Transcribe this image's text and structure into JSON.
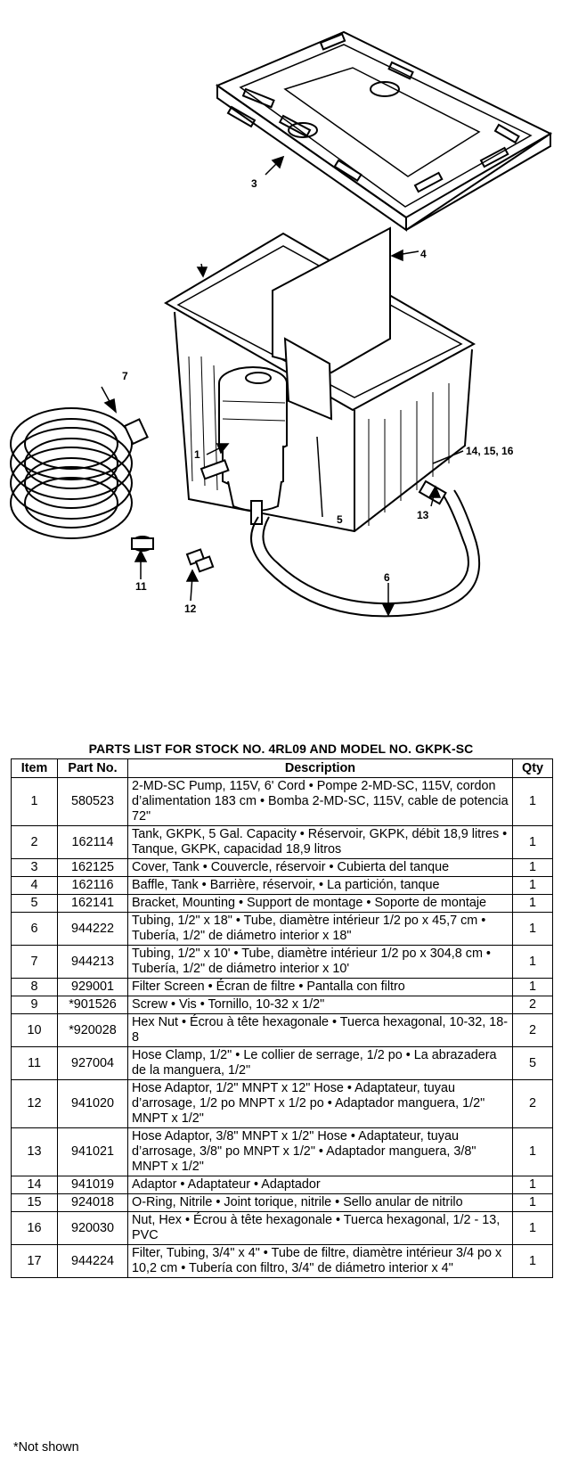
{
  "callouts": {
    "c1": "1",
    "c3": "3",
    "c4": "4",
    "c5": "5",
    "c6": "6",
    "c7": "7",
    "c11": "11",
    "c12": "12",
    "c13": "13",
    "c14": "14, 15, 16"
  },
  "parts_list": {
    "title": "PARTS LIST FOR STOCK NO. 4RL09 AND MODEL NO. GKPK-SC",
    "headers": {
      "item": "Item",
      "part_no": "Part No.",
      "description": "Description",
      "qty": "Qty"
    },
    "rows": [
      {
        "item": "1",
        "part_no": "580523",
        "description": "2-MD-SC Pump, 115V, 6' Cord • Pompe 2-MD-SC, 115V, cordon d’alimentation 183 cm • Bomba 2-MD-SC, 115V, cable de potencia 72\"",
        "qty": "1"
      },
      {
        "item": "2",
        "part_no": "162114",
        "description": "Tank, GKPK, 5 Gal. Capacity • Réservoir, GKPK, débit 18,9 litres • Tanque, GKPK, capacidad 18,9 litros",
        "qty": "1"
      },
      {
        "item": "3",
        "part_no": "162125",
        "description": "Cover, Tank • Couvercle, réservoir • Cubierta del tanque",
        "qty": "1"
      },
      {
        "item": "4",
        "part_no": "162116",
        "description": "Baffle, Tank • Barrière, réservoir, • La partición, tanque",
        "qty": "1"
      },
      {
        "item": "5",
        "part_no": "162141",
        "description": "Bracket, Mounting • Support de montage • Soporte de montaje",
        "qty": "1"
      },
      {
        "item": "6",
        "part_no": "944222",
        "description": "Tubing, 1/2\" x 18\" • Tube, diamètre intérieur 1/2 po x 45,7 cm  • Tubería, 1/2\" de diámetro interior x 18\"",
        "qty": "1"
      },
      {
        "item": "7",
        "part_no": "944213",
        "description": "Tubing, 1/2\" x 10' • Tube, diamètre intérieur 1/2 po x 304,8 cm  • Tubería, 1/2\" de diámetro interior x 10'",
        "qty": "1"
      },
      {
        "item": "8",
        "part_no": "929001",
        "description": "Filter Screen • Écran de filtre • Pantalla con filtro",
        "qty": "1"
      },
      {
        "item": "9",
        "part_no": "*901526",
        "description": "Screw • Vis • Tornillo, 10-32 x 1/2\"",
        "qty": "2"
      },
      {
        "item": "10",
        "part_no": "*920028",
        "description": "Hex Nut • Écrou à tête hexagonale • Tuerca hexagonal, 10-32, 18-8",
        "qty": "2"
      },
      {
        "item": "11",
        "part_no": "927004",
        "description": "Hose Clamp, 1/2\" • Le collier de serrage, 1/2 po • La abrazadera de la manguera, 1/2\"",
        "qty": "5"
      },
      {
        "item": "12",
        "part_no": "941020",
        "description": "Hose Adaptor, 1/2\" MNPT x 12\" Hose • Adaptateur, tuyau d’arrosage, 1/2 po MNPT x 1/2 po • Adaptador manguera, 1/2\" MNPT x 1/2\"",
        "qty": "2"
      },
      {
        "item": "13",
        "part_no": "941021",
        "description": "Hose Adaptor, 3/8\" MNPT x 1/2\" Hose • Adaptateur, tuyau d’arrosage, 3/8\" po MNPT x 1/2\" • Adaptador manguera, 3/8\" MNPT x 1/2\"",
        "qty": "1"
      },
      {
        "item": "14",
        "part_no": "941019",
        "description": "Adaptor • Adaptateur • Adaptador",
        "qty": "1"
      },
      {
        "item": "15",
        "part_no": "924018",
        "description": "O-Ring, Nitrile • Joint torique, nitrile • Sello anular de nitrilo",
        "qty": "1"
      },
      {
        "item": "16",
        "part_no": "920030",
        "description": "Nut, Hex • Écrou à tête hexagonale • Tuerca hexagonal, 1/2 - 13, PVC",
        "qty": "1"
      },
      {
        "item": "17",
        "part_no": "944224",
        "description": "Filter, Tubing, 3/4\" x 4\" • Tube de filtre, diamètre intérieur 3/4 po x 10,2 cm • Tubería con filtro, 3/4\" de diámetro interior x 4\"",
        "qty": "1"
      }
    ],
    "footnote": "*Not shown"
  }
}
